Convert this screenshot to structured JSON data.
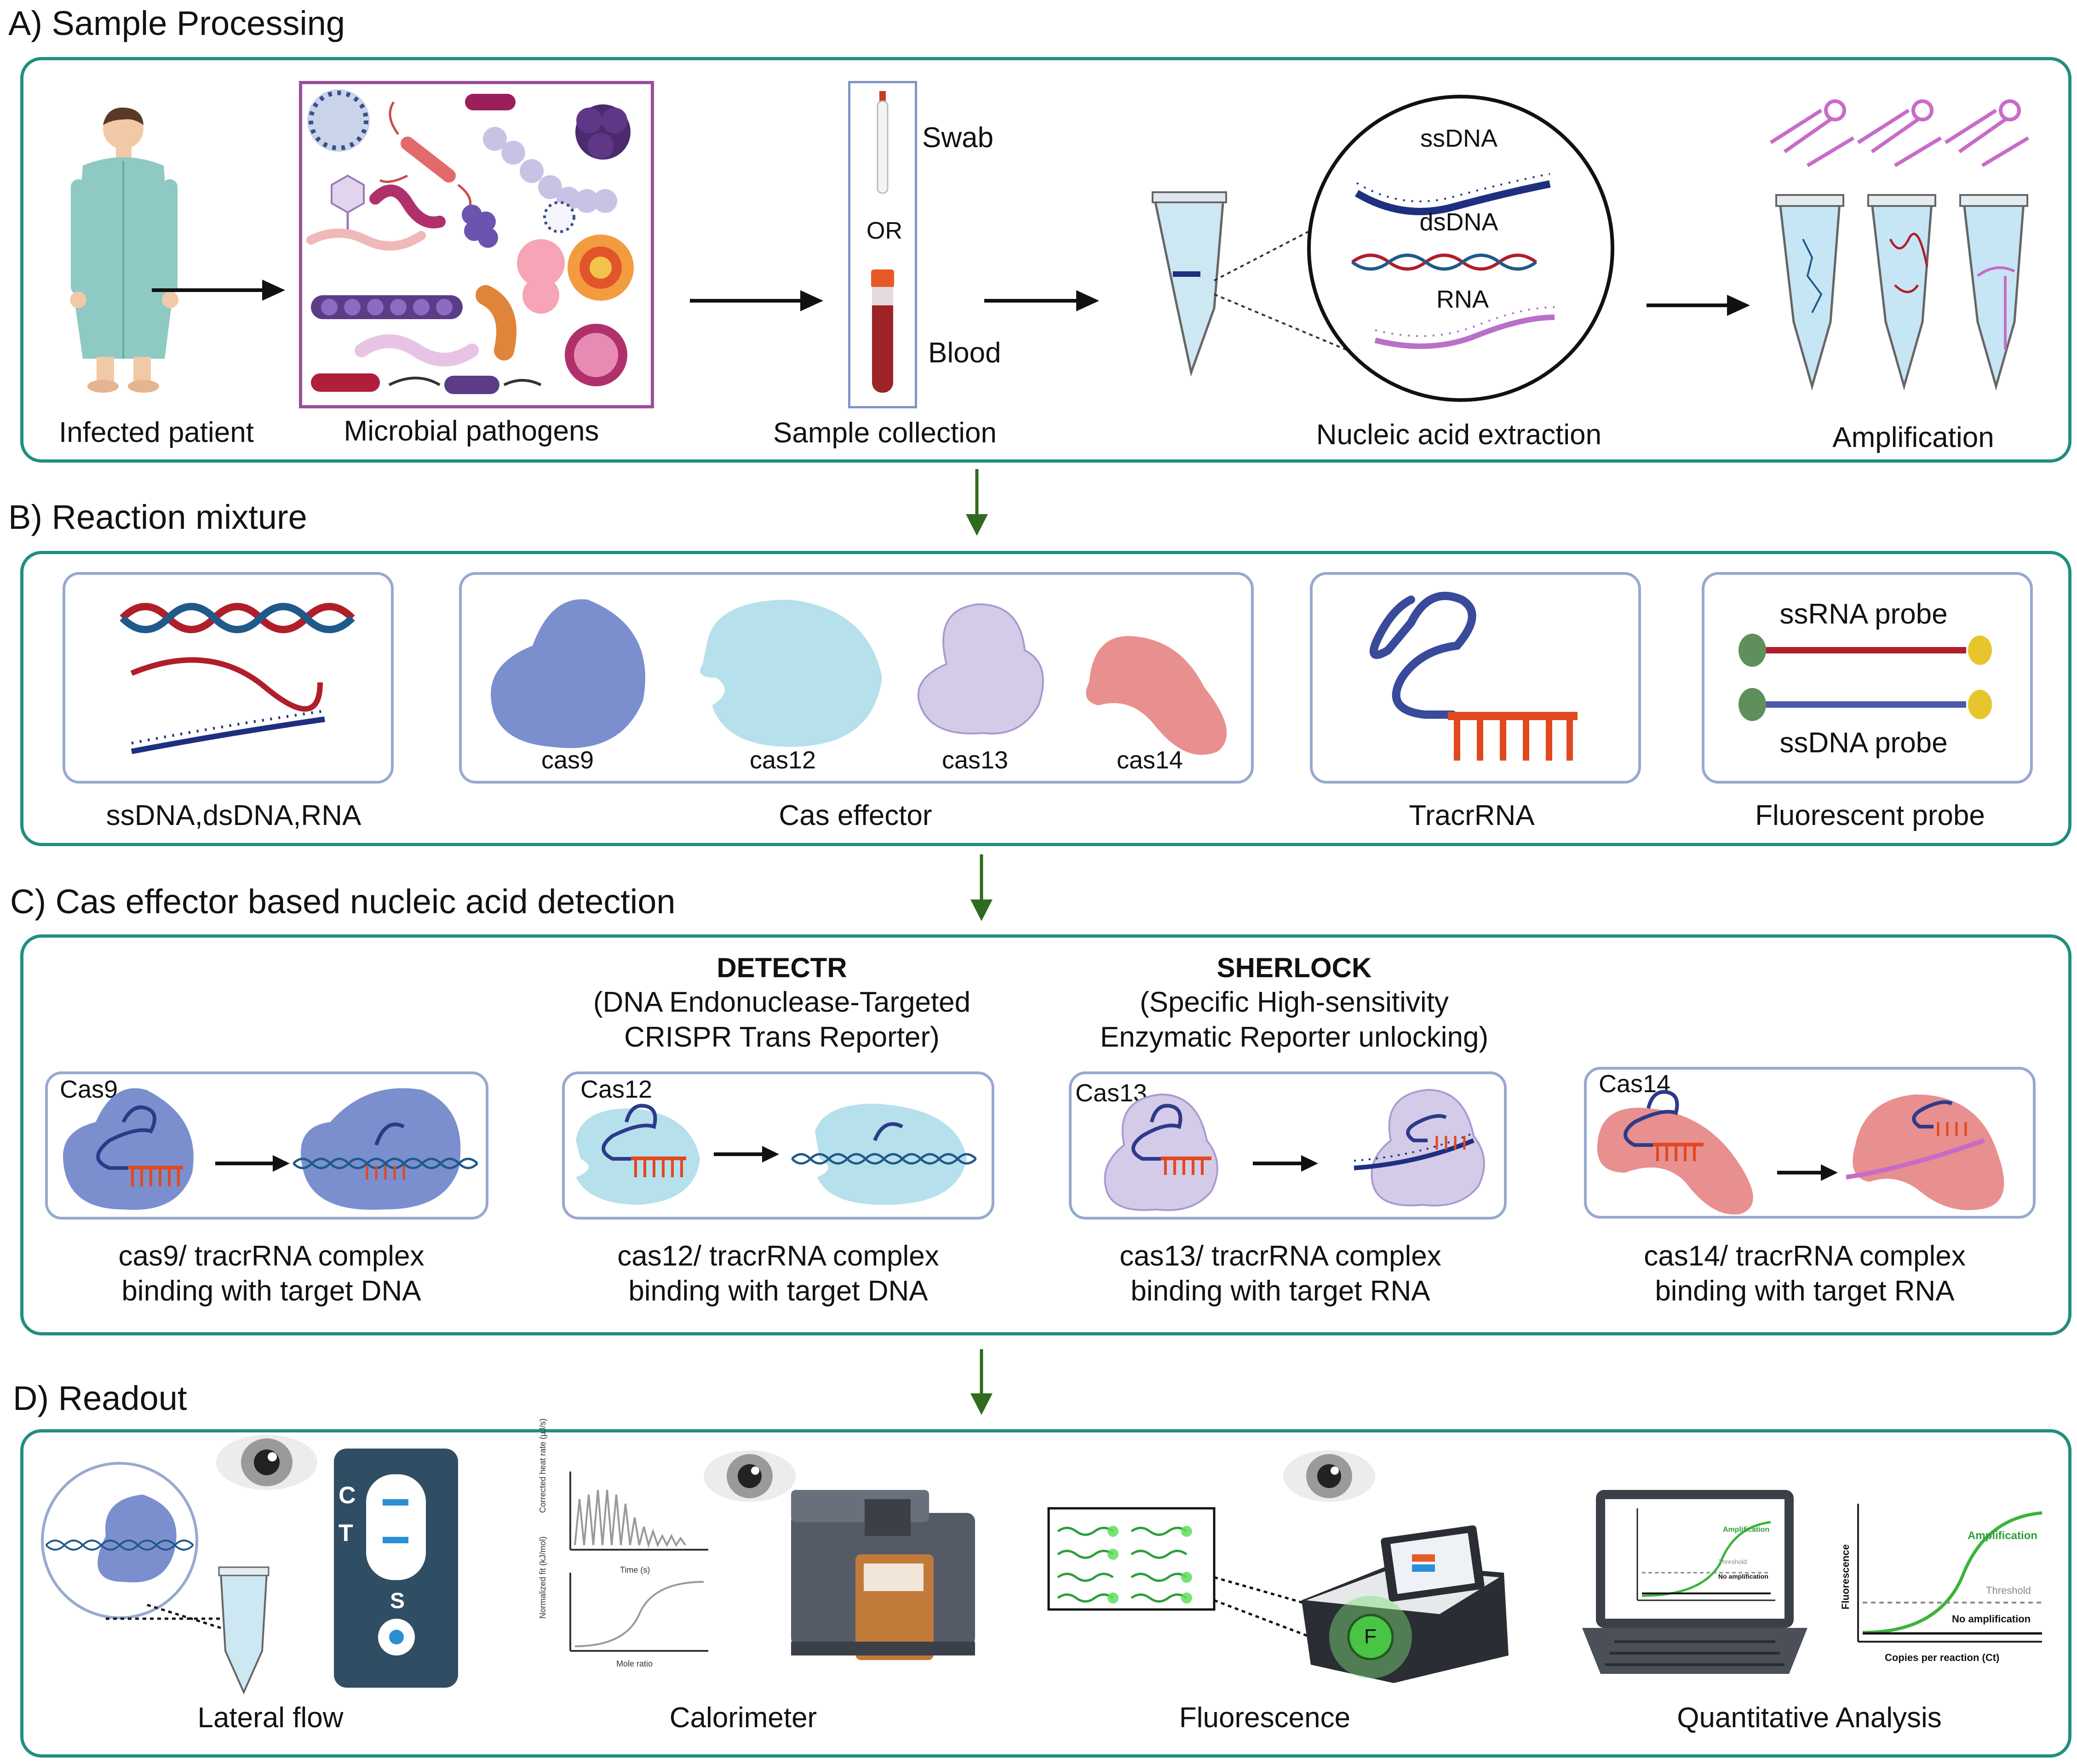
{
  "sections": {
    "a_title": "A) Sample Processing",
    "b_title": "B) Reaction mixture",
    "c_title": "C) Cas effector based nucleic acid detection",
    "d_title": "D) Readout"
  },
  "panel_a": {
    "infected_patient": "Infected patient",
    "microbial_pathogens": "Microbial pathogens",
    "swab": "Swab",
    "or": "OR",
    "blood": "Blood",
    "sample_collection": "Sample collection",
    "ssdna": "ssDNA",
    "dsdna": "dsDNA",
    "rna": "RNA",
    "nucleic_acid_extraction": "Nucleic acid extraction",
    "amplification": "Amplification"
  },
  "panel_b": {
    "nucleic_label": "ssDNA,dsDNA,RNA",
    "cas9": "cas9",
    "cas12": "cas12",
    "cas13": "cas13",
    "cas14": "cas14",
    "cas_effector": "Cas effector",
    "tracrrna": "TracrRNA",
    "ssrna_probe": "ssRNA probe",
    "ssdna_probe": "ssDNA probe",
    "fluorescent_probe": "Fluorescent probe"
  },
  "panel_c": {
    "detectr_title": "DETECTR",
    "detectr_line1": "(DNA Endonuclease-Targeted",
    "detectr_line2": "CRISPR Trans Reporter)",
    "sherlock_title": "SHERLOCK",
    "sherlock_line1": "(Specific High-sensitivity",
    "sherlock_line2": "Enzymatic Reporter unlocking)",
    "cas9_box": "Cas9",
    "cas12_box": "Cas12",
    "cas13_box": "Cas13",
    "cas14_box": "Cas14",
    "cas9_cap1": "cas9/ tracrRNA complex",
    "cas9_cap2": "binding with target DNA",
    "cas12_cap1": "cas12/ tracrRNA complex",
    "cas12_cap2": "binding with target DNA",
    "cas13_cap1": "cas13/ tracrRNA complex",
    "cas13_cap2": "binding with target RNA",
    "cas14_cap1": "cas14/ tracrRNA complex",
    "cas14_cap2": "binding with target RNA"
  },
  "panel_d": {
    "lateral_flow": "Lateral flow",
    "strip_c": "C",
    "strip_t": "T",
    "strip_s": "S",
    "calorimeter": "Calorimeter",
    "cal_y1": "Corrected heat rate (µJ/s)",
    "cal_x1": "Time (s)",
    "cal_y2": "Normalized fit (kJ/mol)",
    "cal_x2": "Mole ratio",
    "fluorescence": "Fluorescence",
    "fluor_f": "F",
    "quantitative_analysis": "Quantitative Analysis",
    "q_amplification": "Amplification",
    "q_threshold": "Threshold",
    "q_no_amplification": "No amplification",
    "q_ylabel": "Fluorescence",
    "q_xlabel": "Copies per reaction (Ct)"
  },
  "colors": {
    "panel_border": "#1f8f80",
    "sub_border": "#97a9cf",
    "arrow_green": "#2f6b1f",
    "cas9": "#7b8fcf",
    "cas12": "#b6e0ec",
    "cas13": "#d4cbe9",
    "cas14": "#e88f8f",
    "navy": "#1f2f80",
    "red_strand": "#b01e2a",
    "orange": "#e0491f",
    "magenta": "#c86bc8"
  }
}
